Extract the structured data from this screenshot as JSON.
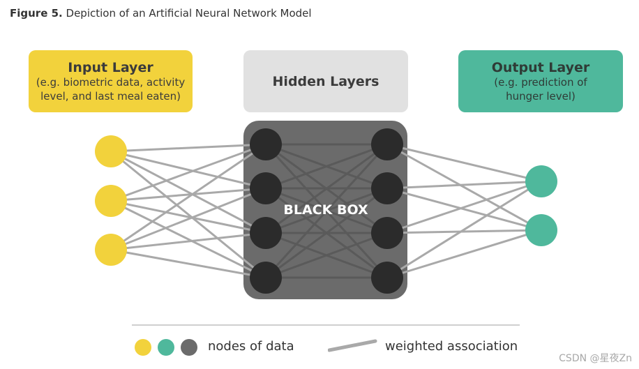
{
  "caption": {
    "label": "Figure 5.",
    "text": "Depiction of an Artificial Neural Network Model"
  },
  "input_layer": {
    "title": "Input Layer",
    "subtitle_line1": "(e.g. biometric data, activity",
    "subtitle_line2": "level, and last meal eaten)"
  },
  "hidden_layers": {
    "title": "Hidden Layers",
    "black_box_label": "BLACK BOX"
  },
  "output_layer": {
    "title": "Output Layer",
    "subtitle_line1": "(e.g. prediction of",
    "subtitle_line2": "hunger level)"
  },
  "network": {
    "input_nodes": 3,
    "hidden_columns": 2,
    "hidden_nodes_per_column": 4,
    "output_nodes": 2
  },
  "legend": {
    "nodes_label": "nodes of data",
    "association_label": "weighted association"
  },
  "colors": {
    "input": "#f2d23c",
    "hidden_bg": "#e1e1e1",
    "output": "#4fb89c",
    "hidden_node": "#2b2b2b",
    "black_box": "#6b6b6b",
    "edge": "#a9a9a9",
    "legend_node": "#6b6b6b"
  },
  "watermark": "CSDN @星夜Zn"
}
